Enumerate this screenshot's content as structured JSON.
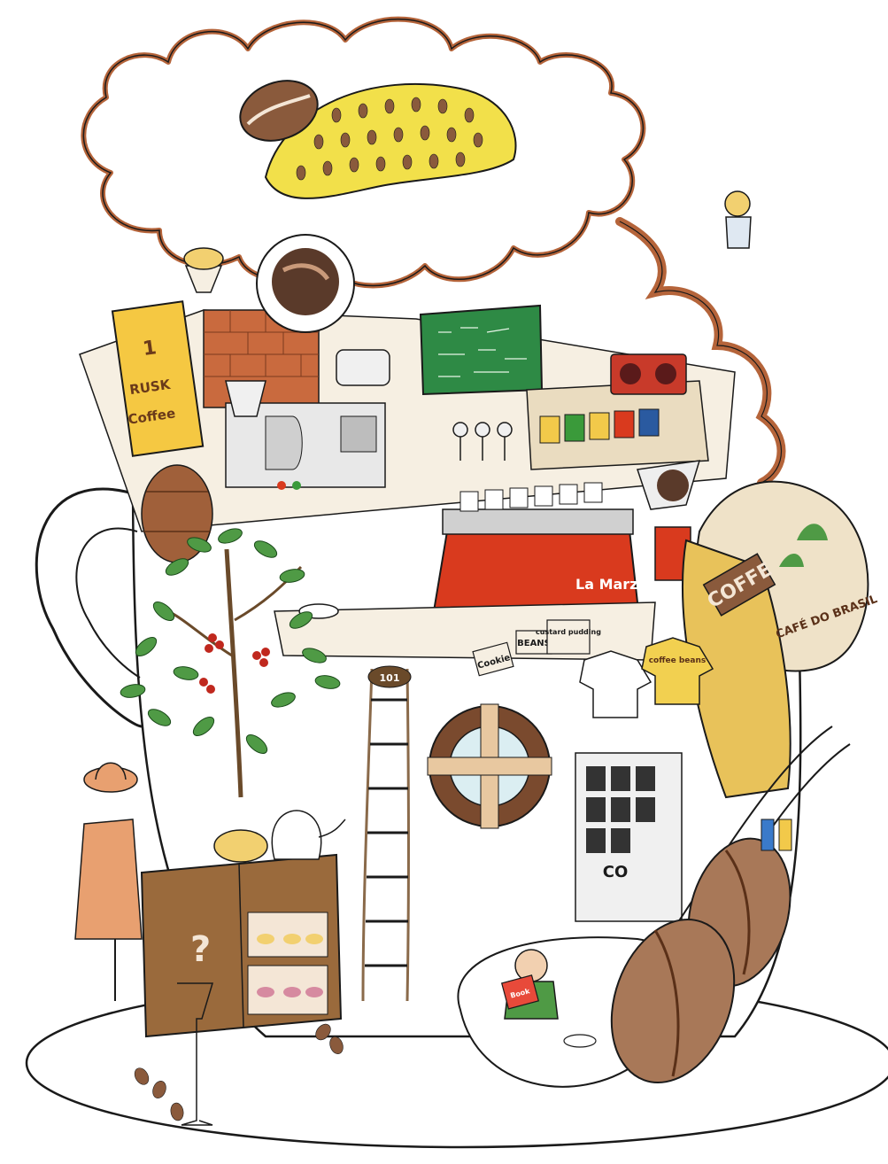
{
  "illustration": {
    "signs": {
      "rusk": "RUSK",
      "coffee_sign": "Coffee",
      "sack_label": "COFFE",
      "sack_brand": "CAFÉ DO BRASIL",
      "cookie": "Cookie",
      "beans": "BEANS",
      "custard_pudding": "custard pudding",
      "room_number": "101",
      "shirt_text": "coffee beans",
      "menu_coffee": "CO",
      "comic_title": "Book"
    },
    "colors": {
      "smoke_brown": "#b5643a",
      "bean_yellow": "#f2e04a",
      "bean_brown": "#8a5a3c",
      "machine_red": "#d93a1e",
      "leaf_green": "#4f9a45",
      "cup_outline": "#1a1a1a",
      "sack_yellow": "#e8c25a",
      "shelf_brown": "#9a6a3c"
    },
    "icons": [
      "coffee-bean-icon",
      "coffee-cup-icon",
      "lifebuoy-icon",
      "ladder-icon"
    ]
  }
}
